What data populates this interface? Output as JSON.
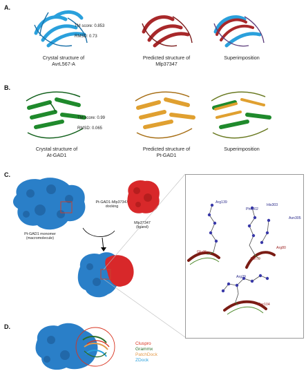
{
  "panels": {
    "a": {
      "label": "A.",
      "tm_score": "TM score: 0.853",
      "rmsd": "RMSD: 0.73",
      "captions": [
        "Crystal structure of\nAvrL567-A",
        "Predicted structure of\nMlp37347",
        "Superimposition"
      ],
      "colors": {
        "crystal": "#2aa0dc",
        "predicted": "#a8282a"
      }
    },
    "b": {
      "label": "B.",
      "tm_score": "TM score: 0.99",
      "rmsd": "RMSD: 0.065",
      "captions": [
        "Crystal structure of\nAt-GAD1",
        "Predicted structure of\nPt-GAD1",
        "Superimposition"
      ],
      "colors": {
        "crystal": "#1f8a2c",
        "predicted": "#e0a030"
      }
    },
    "c": {
      "label": "C.",
      "docking": "Pt-GAD1-Mlp37347\ndocking",
      "ligand": "Mlp37347\n(ligand)",
      "macromolecule": "Pt-GAD1 monomer\n(macromolecule)",
      "colors": {
        "macromolecule": "#2a7fc8",
        "ligand": "#d8282a"
      },
      "residues_blue": [
        "Arg139",
        "Phe302",
        "His303",
        "Asn305",
        "Arg29"
      ],
      "residues_red": [
        "Glu46",
        "Asn79",
        "Arg80",
        "Ser104"
      ]
    },
    "d": {
      "label": "D.",
      "legend": [
        {
          "name": "Cluspro",
          "color": "#d8331f"
        },
        {
          "name": "Grammx",
          "color": "#2a6e2a"
        },
        {
          "name": "PatchDock",
          "color": "#e49a4a"
        },
        {
          "name": "ZDock",
          "color": "#2aa0dc"
        }
      ]
    }
  }
}
